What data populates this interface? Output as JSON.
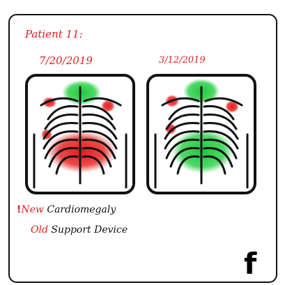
{
  "patient_label": "Patient 11:",
  "panels": [
    {
      "date": "7/20/2019"
    },
    {
      "date": "3/12/2019"
    }
  ],
  "findings": [
    {
      "marker": "!",
      "status": "New",
      "finding": "Cardiomegaly"
    },
    {
      "marker": "",
      "status": "Old",
      "finding": "Support Device"
    }
  ],
  "figure_letter": "f",
  "colors": {
    "new": "#e02020",
    "old": "#22cc44",
    "ink": "#111111"
  }
}
